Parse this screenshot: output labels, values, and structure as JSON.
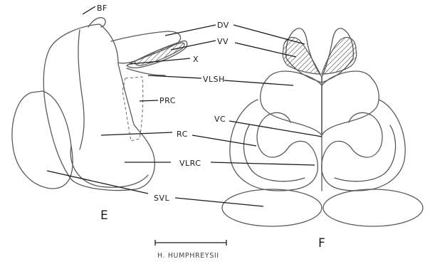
{
  "labels": {
    "bf": "BF",
    "dv": "DV",
    "vv": "VV",
    "x": "X",
    "vlsh": "VLSH",
    "prc": "PRC",
    "rc": "RC",
    "vc": "VC",
    "vlrc": "VLRC",
    "svl": "SVL"
  },
  "panels": {
    "left": "E",
    "right": "F"
  },
  "caption": "H. HUMPHREYSII"
}
